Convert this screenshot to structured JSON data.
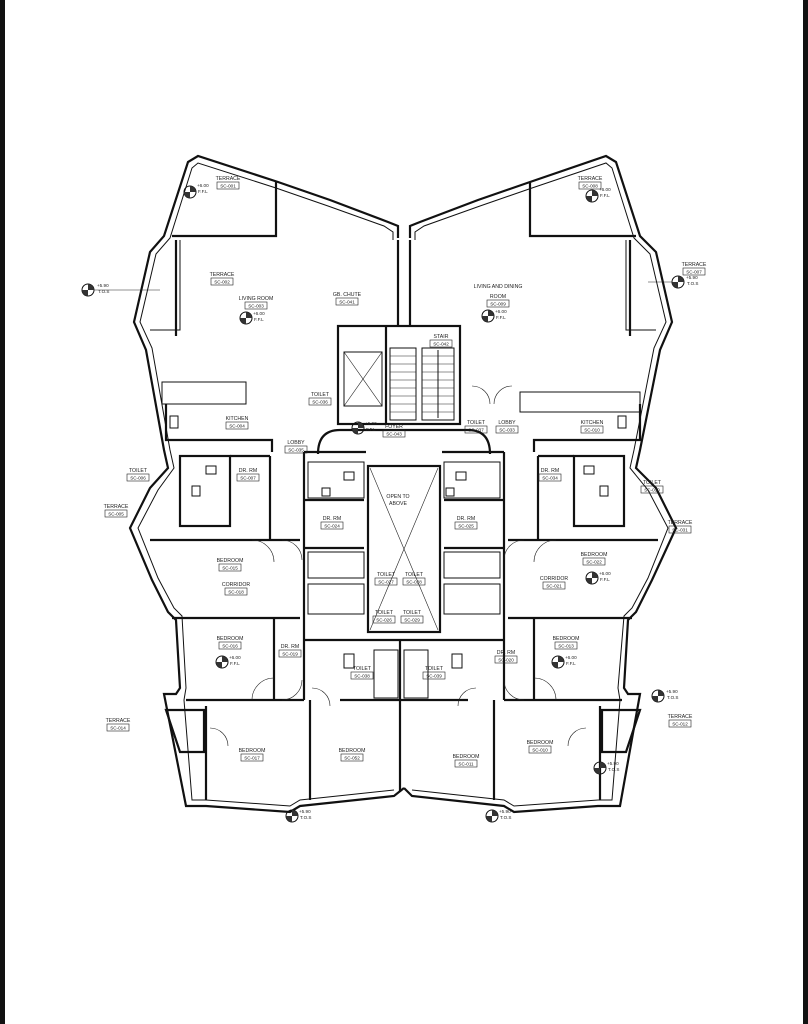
{
  "rooms": [
    {
      "id": "terrace-nw",
      "name": "TERRACE",
      "code": "SC-001"
    },
    {
      "id": "terrace-ne",
      "name": "TERRACE",
      "code": "SC-008"
    },
    {
      "id": "terrace-w",
      "name": "TERRACE",
      "code": "SC-002"
    },
    {
      "id": "terrace-e",
      "name": "TERRACE",
      "code": "SC-007"
    },
    {
      "id": "living-w",
      "name": "LIVING ROOM",
      "code": "SC-003"
    },
    {
      "id": "living-e-1",
      "name": "LIVING AND DINING",
      "code": ""
    },
    {
      "id": "living-e-2",
      "name": "ROOM",
      "code": "SC-009"
    },
    {
      "id": "chute",
      "name": "GB. CHUTE",
      "code": "SC-041"
    },
    {
      "id": "stair",
      "name": "STAIR",
      "code": "SC-042"
    },
    {
      "id": "toilet-core",
      "name": "TOILET",
      "code": "SC-036"
    },
    {
      "id": "kitchen-w",
      "name": "KITCHEN",
      "code": "SC-004"
    },
    {
      "id": "kitchen-e",
      "name": "KITCHEN",
      "code": "SC-010"
    },
    {
      "id": "foyer",
      "name": "FOYER",
      "code": "SC-043"
    },
    {
      "id": "toilet-n2",
      "name": "TOILET",
      "code": "SC-037"
    },
    {
      "id": "lobby-e",
      "name": "LOBBY",
      "code": "SC-033"
    },
    {
      "id": "lobby-w",
      "name": "LOBBY",
      "code": "SC-035"
    },
    {
      "id": "toilet-w",
      "name": "TOILET",
      "code": "SC-006"
    },
    {
      "id": "drrm-w",
      "name": "DR. RM",
      "code": "SC-007"
    },
    {
      "id": "drrm-e",
      "name": "DR. RM",
      "code": "SC-034"
    },
    {
      "id": "toilet-e",
      "name": "TOILET",
      "code": "SC-030"
    },
    {
      "id": "terrace-w2",
      "name": "TERRACE",
      "code": "SC-005"
    },
    {
      "id": "terrace-e2",
      "name": "TERRACE",
      "code": "SC-031"
    },
    {
      "id": "open-1",
      "name": "OPEN TO",
      "code": ""
    },
    {
      "id": "open-2",
      "name": "ABOVE",
      "code": ""
    },
    {
      "id": "drrm-cw",
      "name": "DR. RM",
      "code": "SC-024"
    },
    {
      "id": "drrm-ce",
      "name": "DR. RM",
      "code": "SC-025"
    },
    {
      "id": "bedroom-w1",
      "name": "BEDROOM",
      "code": "SC-015"
    },
    {
      "id": "bedroom-e1",
      "name": "BEDROOM",
      "code": "SC-022"
    },
    {
      "id": "corridor-w",
      "name": "CORRIDOR",
      "code": "SC-018"
    },
    {
      "id": "corridor-e",
      "name": "CORRIDOR",
      "code": "SC-021"
    },
    {
      "id": "toilet-c1",
      "name": "TOILET",
      "code": "SC-027"
    },
    {
      "id": "toilet-c2",
      "name": "TOILET",
      "code": "SC-028"
    },
    {
      "id": "toilet-c3",
      "name": "TOILET",
      "code": "SC-026"
    },
    {
      "id": "toilet-c4",
      "name": "TOILET",
      "code": "SC-029"
    },
    {
      "id": "bedroom-w2",
      "name": "BEDROOM",
      "code": "SC-016"
    },
    {
      "id": "drrm-w2",
      "name": "DR. RM",
      "code": "SC-019"
    },
    {
      "id": "drrm-e2",
      "name": "DR. RM",
      "code": "SC-020"
    },
    {
      "id": "bedroom-e2",
      "name": "BEDROOM",
      "code": "SC-013"
    },
    {
      "id": "toilet-c5",
      "name": "TOILET",
      "code": "SC-038"
    },
    {
      "id": "toilet-c6",
      "name": "TOILET",
      "code": "SC-039"
    },
    {
      "id": "terrace-sw",
      "name": "TERRACE",
      "code": "SC-014"
    },
    {
      "id": "terrace-se",
      "name": "TERRACE",
      "code": "SC-012"
    },
    {
      "id": "bedroom-sw",
      "name": "BEDROOM",
      "code": "SC-017"
    },
    {
      "id": "bedroom-sc1",
      "name": "BEDROOM",
      "code": "SC-052"
    },
    {
      "id": "bedroom-sc2",
      "name": "BEDROOM",
      "code": "SC-011"
    },
    {
      "id": "bedroom-se",
      "name": "BEDROOM",
      "code": "SC-010"
    }
  ],
  "levels": [
    {
      "id": "lvl-nw",
      "value": "+6.00",
      "unit": "F.F.L"
    },
    {
      "id": "lvl-ne",
      "value": "+6.00",
      "unit": "F.F.L"
    },
    {
      "id": "lvl-w-tos",
      "value": "+5.90",
      "unit": "T.O.S"
    },
    {
      "id": "lvl-e-tos",
      "value": "+5.90",
      "unit": "T.O.S"
    },
    {
      "id": "lvl-living-w",
      "value": "+6.00",
      "unit": "F.F.L"
    },
    {
      "id": "lvl-living-e",
      "value": "+6.00",
      "unit": "F.F.L"
    },
    {
      "id": "lvl-foyer",
      "value": "+6.00",
      "unit": "F.F.L"
    },
    {
      "id": "lvl-corr-e",
      "value": "+6.00",
      "unit": "F.F.L"
    },
    {
      "id": "lvl-bed-w",
      "value": "+6.00",
      "unit": "F.F.L"
    },
    {
      "id": "lvl-bed-e",
      "value": "+6.00",
      "unit": "F.F.L"
    },
    {
      "id": "lvl-se-tos",
      "value": "+5.90",
      "unit": "T.O.S"
    },
    {
      "id": "lvl-se2-tos",
      "value": "+5.90",
      "unit": "T.O.S"
    },
    {
      "id": "lvl-s1-tos",
      "value": "+5.90",
      "unit": "T.O.S"
    },
    {
      "id": "lvl-s2-tos",
      "value": "+5.90",
      "unit": "T.O.S"
    }
  ]
}
